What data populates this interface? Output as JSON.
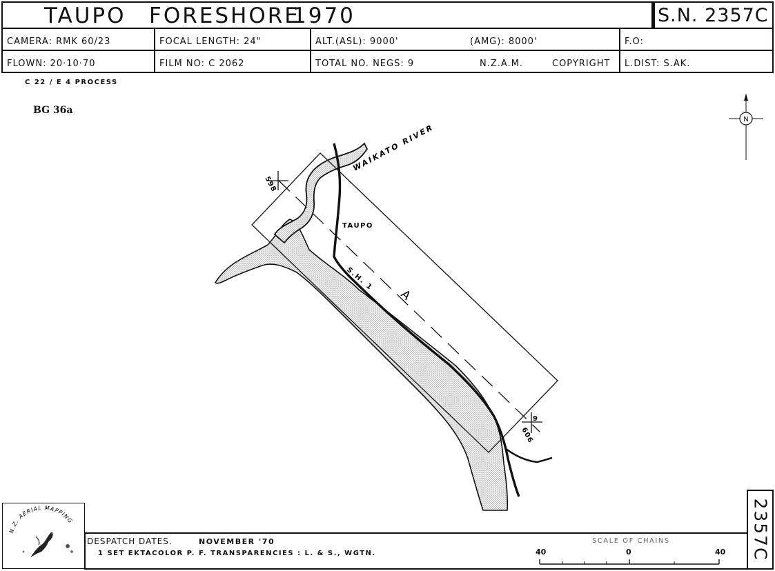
{
  "header": {
    "title_words": [
      "TAUPO",
      "FORESHORE",
      "1970"
    ],
    "sheet_number": "S.N. 2357C"
  },
  "info": {
    "camera": "CAMERA:  RMK  60/23",
    "focal_length": "FOCAL  LENGTH:  24\"",
    "alt_asl": "ALT.(ASL):  9000'",
    "amg": "(AMG):  8000'",
    "fo": "F.O:",
    "flown": "FLOWN:  20·10·70",
    "film_no": "FILM  NO: C 2062",
    "total_negs": "TOTAL  NO.  NEGS:  9",
    "nzam": "N.Z.A.M.",
    "copyright": "COPYRIGHT",
    "l_dist": "L.DIST:  S.AK."
  },
  "process_note": "C 22 / E 4   PROCESS",
  "sheet_ref": "BG 36a",
  "map": {
    "river_label": "WAIKATO  RIVER",
    "town_label": "TAUPO",
    "road_label": "S.H. 1",
    "run_label": "A",
    "start_neg": "598",
    "end_neg": "606",
    "end_mark": "9",
    "north_symbol": "N",
    "colors": {
      "ink": "#111111",
      "stipple": "#9a9a9a",
      "paper": "#ffffff"
    }
  },
  "footer": {
    "logo_text": "N.Z. AERIAL MAPPING",
    "despatch_label": "DESPATCH  DATES.",
    "despatch_date": "NOVEMBER  '70",
    "set_line": "1  SET   EKTACOLOR    P. F.   TRANSPARENCIES :  L. & S.,  WGTN.",
    "scale_title": "SCALE  OF  CHAINS",
    "scale_ticks": [
      "40",
      "0",
      "40"
    ],
    "side_sheet_number": "2357C"
  }
}
